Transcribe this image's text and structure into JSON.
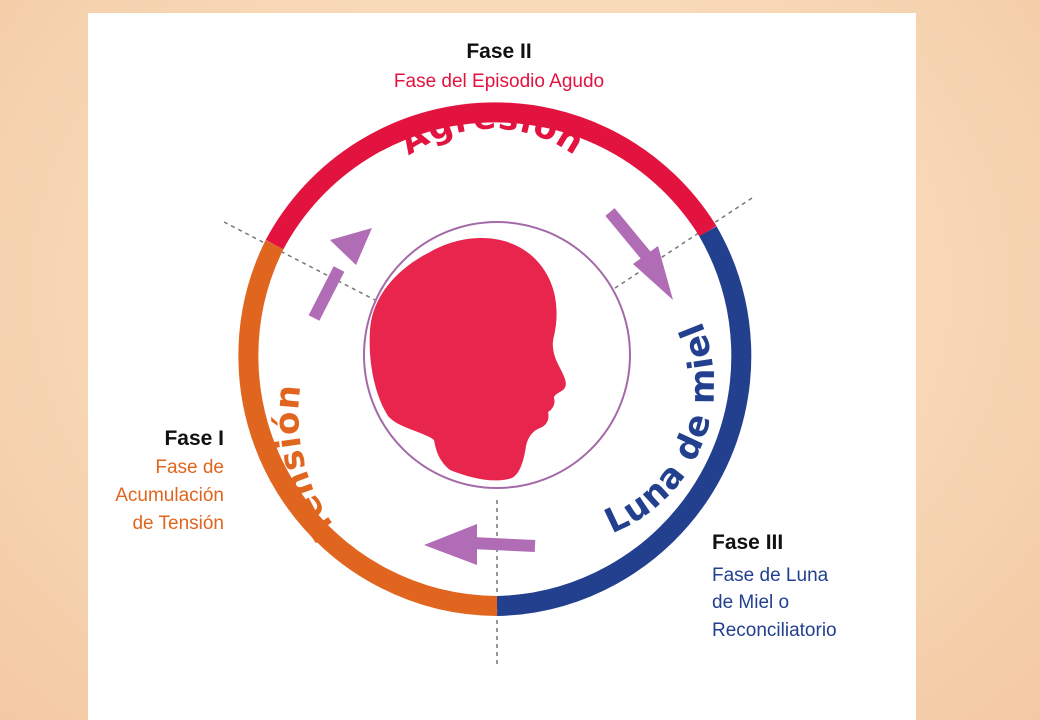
{
  "phases": {
    "phase2": {
      "title": "Fase II",
      "desc": [
        "Fase del Episodio Agudo"
      ]
    },
    "phase1": {
      "title": "Fase I",
      "desc": [
        "Fase de",
        "Acumulación",
        "de Tensión"
      ]
    },
    "phase3": {
      "title": "Fase III",
      "desc": [
        "Fase de Luna",
        "de Miel o",
        "Reconciliatorio"
      ]
    }
  },
  "ring_labels": {
    "top": "Agresión",
    "left": "Tensión",
    "right": "Luna de miel"
  },
  "colors": {
    "tension": "#e0651f",
    "aggression": "#e2133f",
    "honeymoon": "#23408f",
    "arrows": "#b06cb4",
    "head": "#e8264d",
    "inner_circle": "#a46aa8"
  },
  "icons": {
    "center": "head-profile-icon",
    "arrows": [
      "arrow-up-right-icon",
      "arrow-down-right-icon",
      "arrow-left-icon"
    ]
  }
}
